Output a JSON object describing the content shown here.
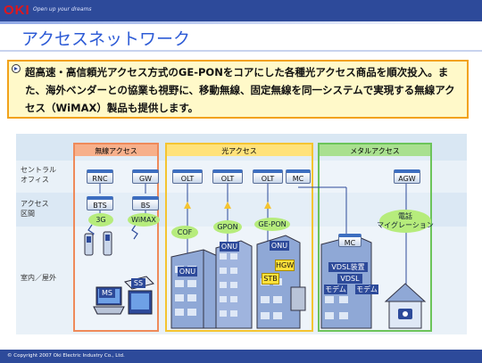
{
  "header": {
    "logo": "OKI",
    "tagline": "Open up your dreams"
  },
  "page_title": "アクセスネットワーク",
  "notice": {
    "text": "超高速・高信頼光アクセス方式のGE-PONをコアにした各種光アクセス商品を順次投入。また、海外ベンダーとの協業も視野に、移動無線、固定無線を同一システムで実現する無線アクセス（WiMAX）製品も提供します。"
  },
  "row_labels": {
    "central": "セントラル\nオフィス",
    "access": "アクセス\n区間",
    "indoor": "室内／屋外"
  },
  "panels": {
    "wireless": {
      "title": "無線アクセス",
      "color": "#ef8a5a",
      "nodes": [
        "RNC",
        "GW",
        "BTS",
        "BS"
      ],
      "ovals": [
        "3G",
        "WiMAX"
      ],
      "labels": [
        "MS",
        "SS"
      ]
    },
    "optical": {
      "title": "光アクセス",
      "color": "#f4c431",
      "nodes": [
        "OLT",
        "OLT",
        "OLT",
        "MC"
      ],
      "ovals": [
        "COF",
        "GPON",
        "GE-PON"
      ],
      "labels": [
        "ONU",
        "ONU",
        "ONU",
        "HGW",
        "STB"
      ]
    },
    "metal": {
      "title": "メタルアクセス",
      "color": "#6cc45a",
      "nodes": [
        "AGW",
        "MC"
      ],
      "ovals": [
        "電話\nマイグレーション"
      ],
      "labels": [
        "VDSL装置",
        "VDSL",
        "モデム",
        "モデム"
      ]
    }
  },
  "footer": {
    "copyright": "© Copyright 2007 Oki Electric Industry Co., Ltd."
  }
}
